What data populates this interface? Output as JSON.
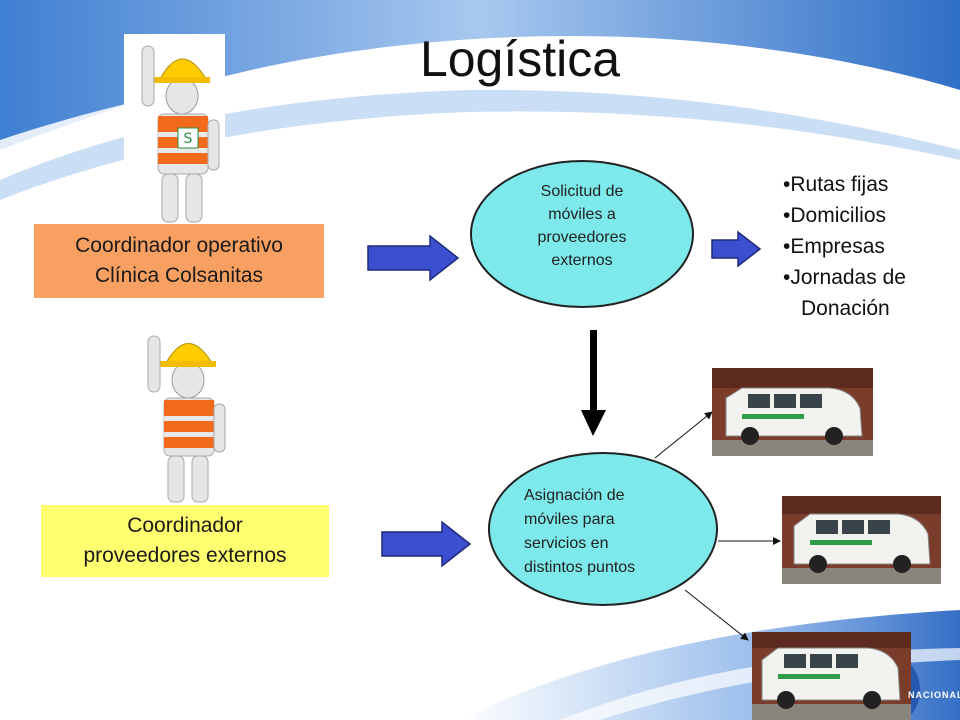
{
  "slide": {
    "title": "Logística"
  },
  "coordinators": {
    "operativo": {
      "line1": "Coordinador operativo",
      "line2": "Clínica Colsanitas",
      "color": "#f8a062"
    },
    "proveedores": {
      "line1": "Coordinador",
      "line2": "proveedores externos",
      "color": "#ffff70"
    }
  },
  "process": {
    "solicitud": {
      "lines": [
        "Solicitud de",
        "móviles a",
        "proveedores",
        "externos"
      ]
    },
    "asignacion": {
      "lines": [
        "Asignación de",
        "móviles para",
        "servicios en",
        "distintos puntos"
      ]
    },
    "ellipse_color": "#7de9ea",
    "arrow_color": "#3b4fd0"
  },
  "services": [
    "•Rutas fijas",
    "•Domicilios",
    "•Empresas",
    "•Jornadas de",
    "Donación"
  ],
  "footer_logo": "NACIONAL"
}
